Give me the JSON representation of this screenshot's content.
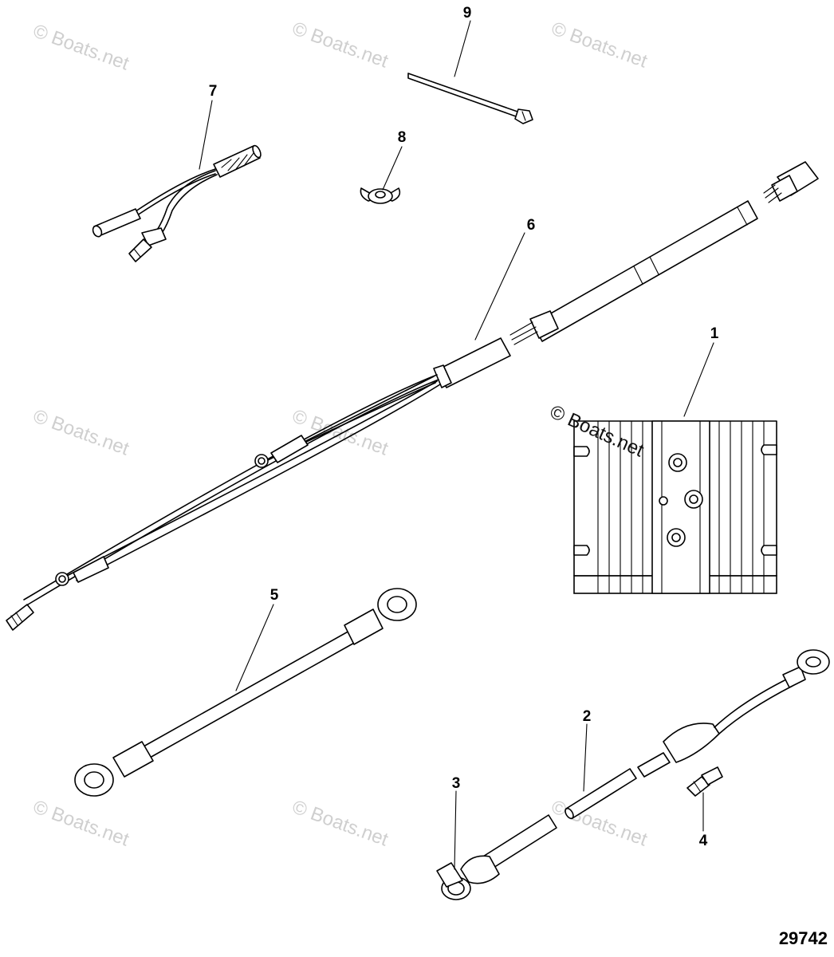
{
  "watermark": "© Boats.net",
  "drawing_number": "29742",
  "callouts": [
    "1",
    "2",
    "3",
    "4",
    "5",
    "6",
    "7",
    "8",
    "9"
  ],
  "parts": [
    {
      "callout": "1",
      "icon": "voltage-regulator-icon"
    },
    {
      "callout": "2",
      "icon": "sleeve-icon"
    },
    {
      "callout": "3",
      "icon": "battery-terminal-cable-icon"
    },
    {
      "callout": "4",
      "icon": "terminal-connector-icon"
    },
    {
      "callout": "5",
      "icon": "ground-strap-icon"
    },
    {
      "callout": "6",
      "icon": "wiring-harness-icon"
    },
    {
      "callout": "7",
      "icon": "y-adapter-harness-icon"
    },
    {
      "callout": "8",
      "icon": "wing-nut-icon"
    },
    {
      "callout": "9",
      "icon": "cable-tie-icon"
    }
  ]
}
